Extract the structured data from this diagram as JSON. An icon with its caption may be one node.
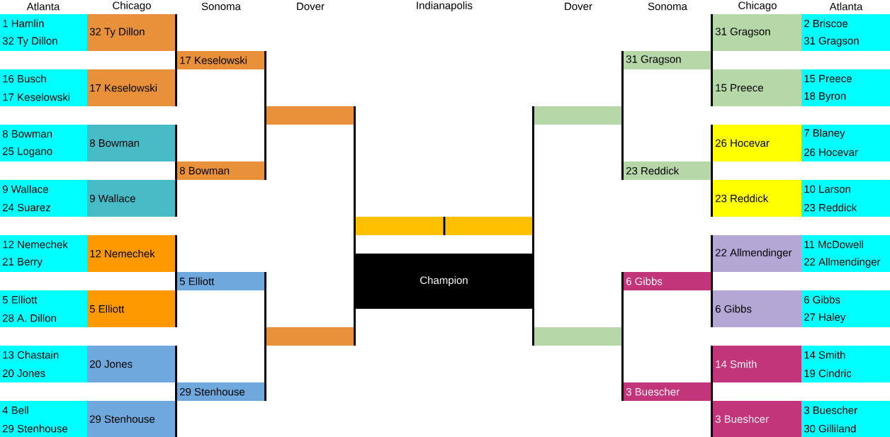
{
  "diagram": {
    "nodes": [
      {
        "text": [
          "1 Hamlin",
          "32 Ty Dillon"
        ]
      },
      {
        "text": [
          "16 Busch",
          "17 Keselowski"
        ]
      },
      {
        "text": [
          "8 Bowman",
          "25 Logano"
        ]
      },
      {
        "text": [
          "9 Wallace",
          "24 Suarez"
        ]
      },
      {
        "text": [
          "12 Nemechek",
          "21 Berry"
        ]
      },
      {
        "text": [
          "5 Elliott",
          "28 A. Dillon"
        ]
      },
      {
        "text": [
          "13 Chastain",
          "20 Jones"
        ]
      },
      {
        "text": [
          "4 Bell",
          "29 Stenhouse"
        ]
      },
      {
        "text": [
          "32 Ty Dillon"
        ]
      },
      {
        "text": [
          "17 Keselowski"
        ]
      },
      {
        "text": [
          "8 Bowman"
        ]
      },
      {
        "text": [
          "9 Wallace"
        ]
      },
      {
        "text": [
          "12 Nemechek"
        ]
      },
      {
        "text": [
          "5 Elliott"
        ]
      },
      {
        "text": [
          "20 Jones"
        ]
      },
      {
        "text": [
          "29 Stenhouse"
        ]
      },
      {
        "text": [
          "17 Keselowski"
        ]
      },
      {
        "text": [
          "8 Bowman"
        ]
      },
      {
        "text": [
          "5 Elliott"
        ]
      },
      {
        "text": [
          "29 Stenhouse"
        ]
      },
      {
        "text": [],
        "shape": "box"
      },
      {
        "text": [],
        "shape": "box"
      },
      {
        "text": [],
        "shape": "box"
      },
      {
        "text": [],
        "shape": "box"
      },
      {
        "text": [
          "Champion"
        ]
      },
      {
        "text": [],
        "shape": "box"
      },
      {
        "text": [],
        "shape": "box"
      },
      {
        "text": [
          "31 Gragson"
        ]
      },
      {
        "text": [
          "23 Reddick"
        ]
      },
      {
        "text": [
          "6 Gibbs"
        ]
      },
      {
        "text": [
          "3 Buescher"
        ]
      },
      {
        "text": [
          "31 Gragson"
        ]
      },
      {
        "text": [
          "15 Preece"
        ]
      },
      {
        "text": [
          "26 Hocevar"
        ]
      },
      {
        "text": [
          "23 Reddick"
        ]
      },
      {
        "text": [
          "22 Allmendinger"
        ]
      },
      {
        "text": [
          "6 Gibbs"
        ]
      },
      {
        "text": [
          "14 Smith"
        ]
      },
      {
        "text": [
          "3 Bueshcer"
        ]
      },
      {
        "text": [
          "2 Briscoe",
          "31 Gragson"
        ]
      },
      {
        "text": [
          "15 Preece",
          "18 Byron"
        ]
      },
      {
        "text": [
          "7 Blaney",
          "26 Hocevar"
        ]
      },
      {
        "text": [
          "10 Larson",
          "23 Reddick"
        ]
      },
      {
        "text": [
          "11 McDowell",
          "22 Allmendinger"
        ]
      },
      {
        "text": [
          "6 Gibbs",
          "27 Haley"
        ]
      },
      {
        "text": [
          "14 Smith",
          "19 Cindric"
        ]
      },
      {
        "text": [
          "3 Buescher",
          "30 Gilliland"
        ]
      }
    ],
    "labels": [
      "Atlanta",
      "Chicago",
      "Sonoma",
      "Dover",
      "Indianapolis",
      "Dover",
      "Sonoma",
      "Chicago",
      "Atlanta"
    ]
  }
}
